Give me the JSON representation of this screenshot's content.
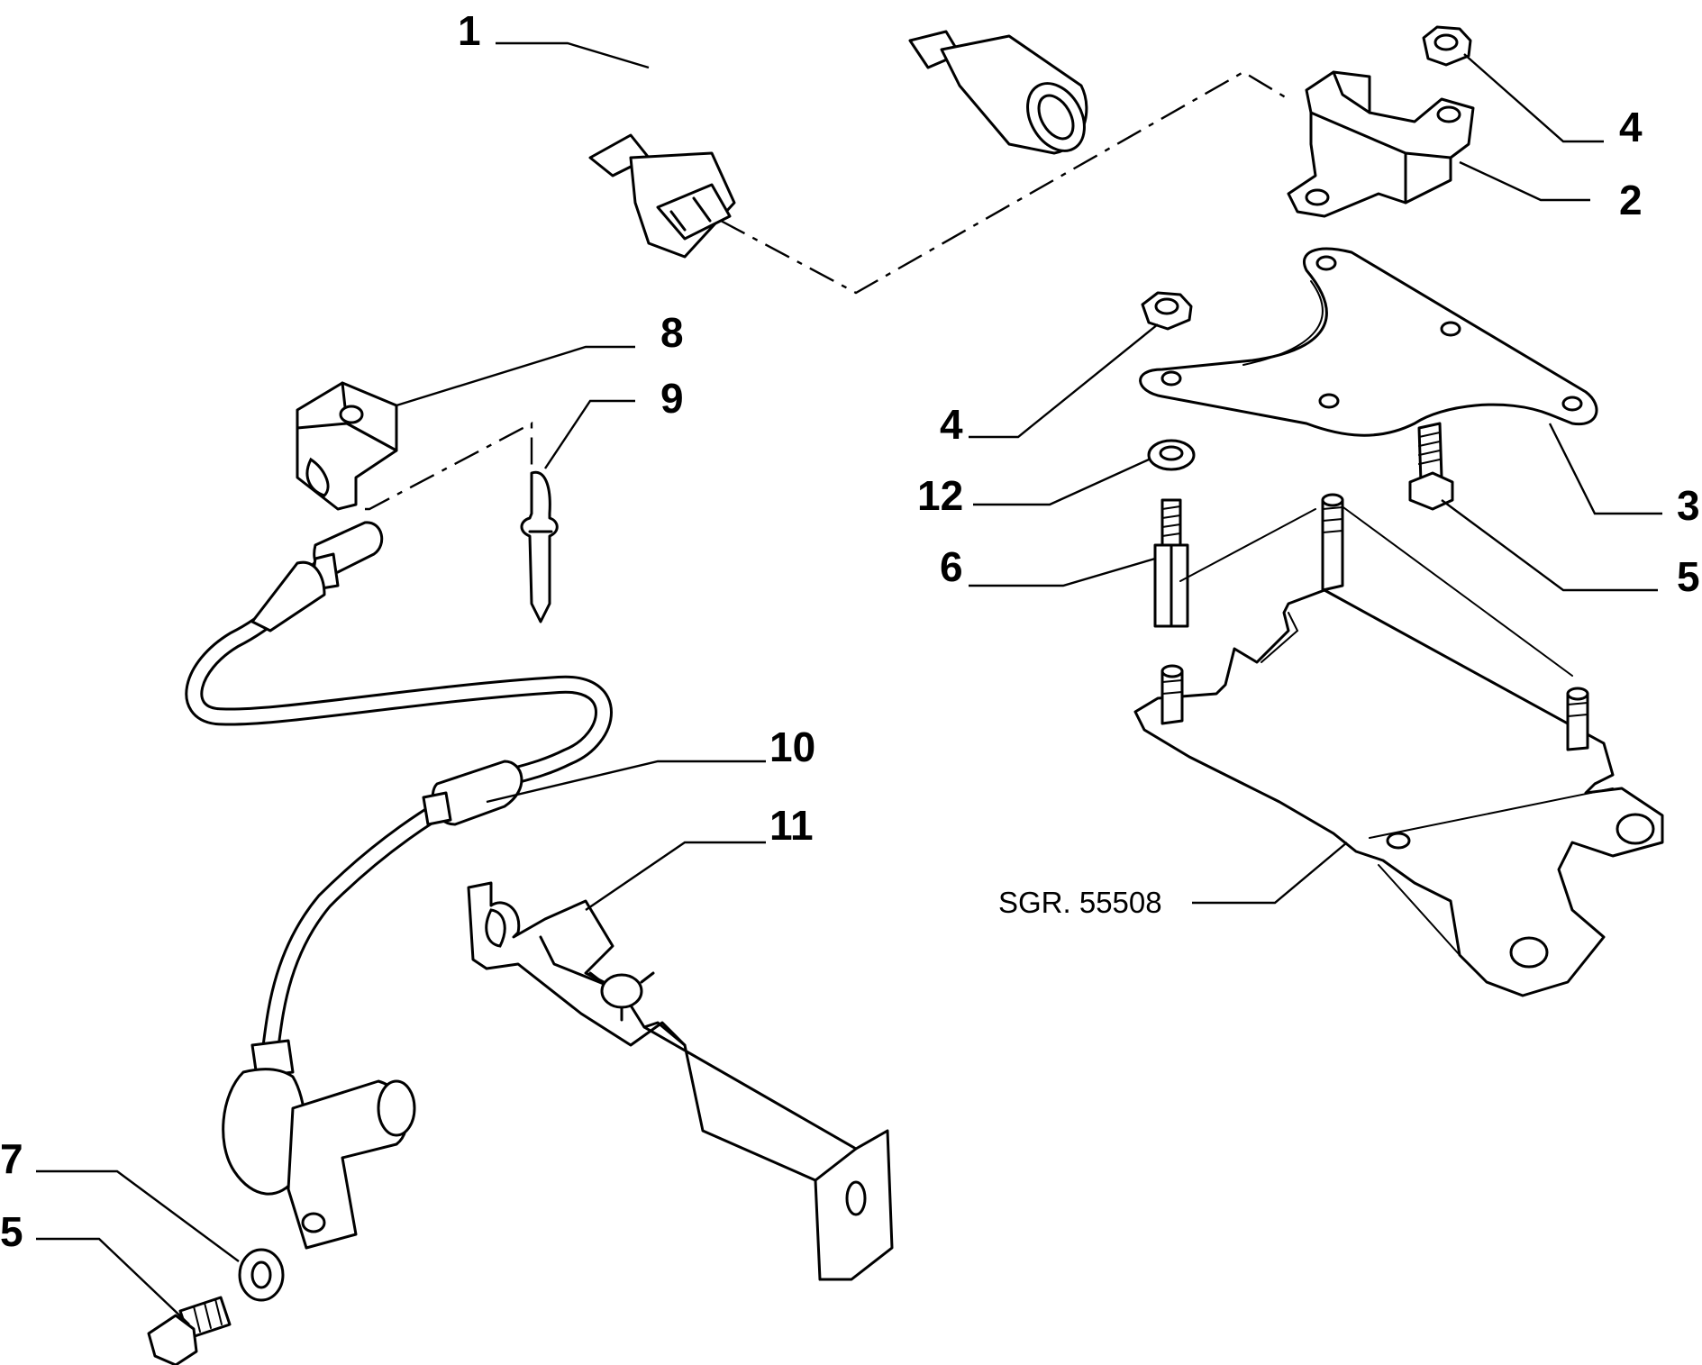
{
  "callouts": {
    "c1": "1",
    "c2": "2",
    "c3": "3",
    "c4a": "4",
    "c4b": "4",
    "c5a": "5",
    "c5b": "5",
    "c6": "6",
    "c7": "7",
    "c8": "8",
    "c9": "9",
    "c10": "10",
    "c11": "11",
    "c12": "12"
  },
  "reference": "SGR. 55508",
  "colors": {
    "ink": "#000000",
    "background": "#ffffff"
  }
}
